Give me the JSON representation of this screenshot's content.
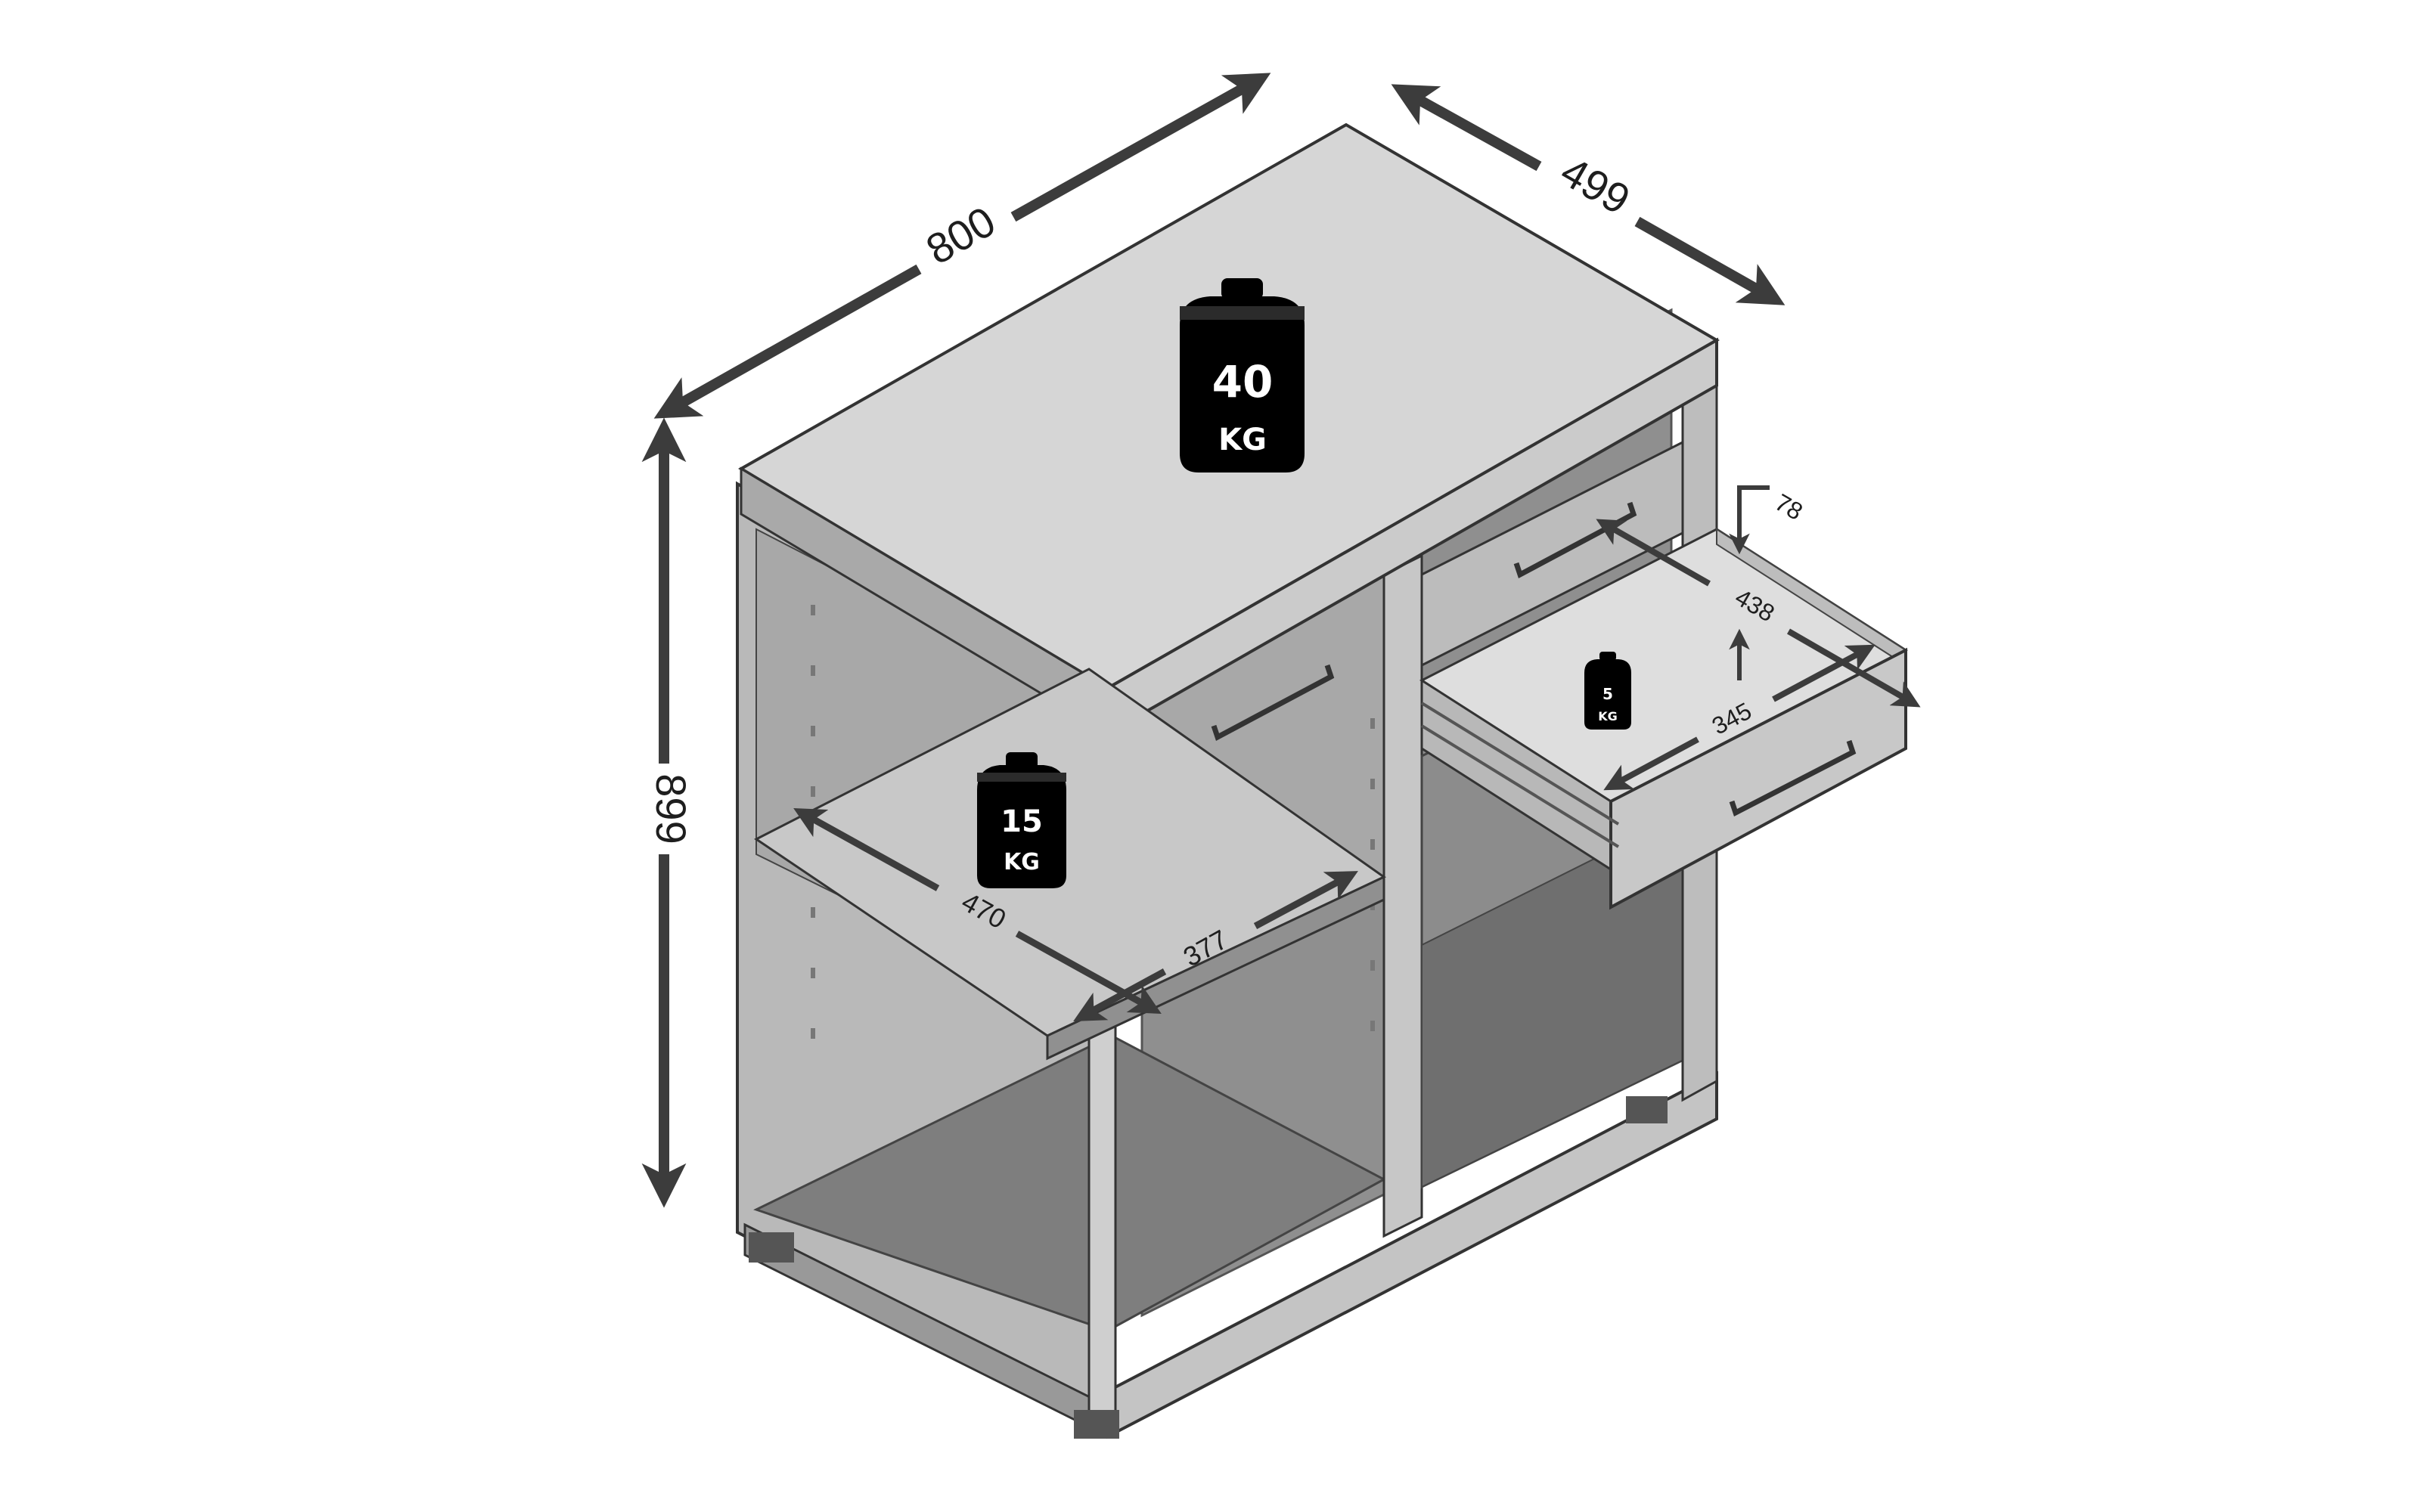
{
  "dimensions": {
    "width": "800",
    "depth": "499",
    "height": "899",
    "drawer_height": "78",
    "drawer_length": "438",
    "drawer_width": "345",
    "shelf_width": "470",
    "shelf_depth": "377"
  },
  "weights": {
    "top": {
      "value": "40",
      "unit": "KG"
    },
    "shelf": {
      "value": "15",
      "unit": "KG"
    },
    "drawer": {
      "value": "5",
      "unit": "KG"
    }
  },
  "colors": {
    "background": "#ffffff",
    "line": "#333333",
    "arrow": "#3c3c3c",
    "top_surface": "#d4d4d4",
    "cabinet_body": "#b5b5b5",
    "interior_dark": "#8a8a8a",
    "weight_icon": "#000000",
    "weight_text": "#ffffff"
  },
  "icons": [
    "weight-icon",
    "double-arrow-icon",
    "drawer-handle-icon"
  ]
}
